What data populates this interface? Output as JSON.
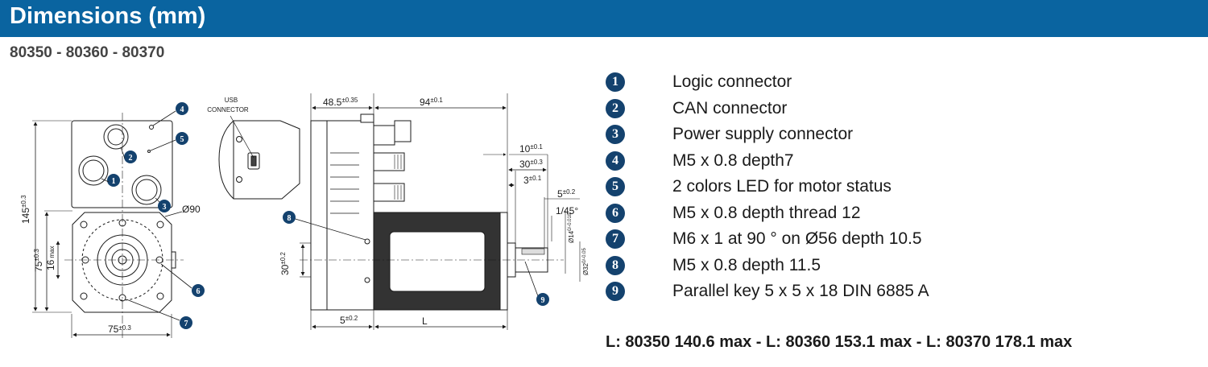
{
  "header": {
    "title": "Dimensions (mm)"
  },
  "model_line": "80350 - 80360 - 80370",
  "drawing": {
    "usb_label_line1": "USB",
    "usb_label_line2": "CONNECTOR",
    "dims": {
      "height_145": "145",
      "height_145_tol": "±0.3",
      "height_75": "75",
      "height_75_tol": "±0.3",
      "height_16": "16",
      "height_16_suffix": "max",
      "width_75": "75",
      "width_75_tol": "±0.3",
      "diam_90": "Ø90",
      "top_48_5": "48.5",
      "top_48_5_tol": "±0.35",
      "top_94": "94",
      "top_94_tol": "±0.1",
      "d_10": "10",
      "d_10_tol": "±0.1",
      "d_30": "30",
      "d_30_tol": "±0.3",
      "d_3": "3",
      "d_3_tol": "±0.1",
      "d_5": "5",
      "d_5_tol": "±0.2",
      "chamfer": "1/45°",
      "shaft_14": "Ø14",
      "shaft_14_tol": "0/-0.018",
      "shaft_32": "Ø32",
      "shaft_32_tol": "0/-0.05",
      "left_30": "30",
      "left_30_tol": "±0.2",
      "bottom_5": "5",
      "bottom_5_tol": "±0.2",
      "length_L": "L"
    },
    "markers": [
      "1",
      "2",
      "3",
      "4",
      "5",
      "6",
      "7",
      "8",
      "9"
    ]
  },
  "legend": [
    {
      "num": "1",
      "label": "Logic connector"
    },
    {
      "num": "2",
      "label": "CAN connector"
    },
    {
      "num": "3",
      "label": "Power supply connector"
    },
    {
      "num": "4",
      "label": "M5 x 0.8 depth7"
    },
    {
      "num": "5",
      "label": "2 colors LED for motor status"
    },
    {
      "num": "6",
      "label": "M5 x 0.8 depth thread 12"
    },
    {
      "num": "7",
      "label": "M6 x 1 at 90 ° on Ø56 depth 10.5"
    },
    {
      "num": "8",
      "label": "M5 x 0.8 depth 11.5"
    },
    {
      "num": "9",
      "label": "Parallel key 5 x 5 x 18 DIN 6885 A"
    }
  ],
  "footer_note": "L: 80350 140.6 max - L: 80360 153.1 max - L: 80370 178.1 max",
  "colors": {
    "header_bg": "#0a64a0",
    "marker_bg": "#14426e",
    "motor_body": "#333333"
  }
}
